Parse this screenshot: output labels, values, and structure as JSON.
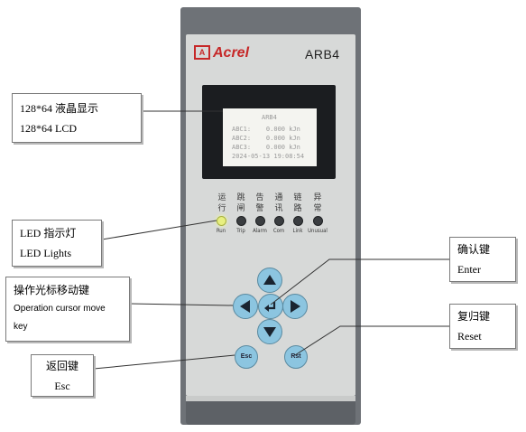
{
  "device": {
    "brand": "Acrel",
    "model": "ARB4",
    "lcd": {
      "title": "ARB4",
      "rows": [
        "ABC1:    0.000 kJn",
        "ABC2:    0.000 kJn",
        "ABC3:    0.000 kJn",
        "2024-05-13 19:08:54"
      ]
    },
    "leds": [
      {
        "cn1": "运",
        "cn2": "行",
        "en": "Run",
        "on": true
      },
      {
        "cn1": "跳",
        "cn2": "闸",
        "en": "Trip",
        "on": false
      },
      {
        "cn1": "告",
        "cn2": "警",
        "en": "Alarm",
        "on": false
      },
      {
        "cn1": "通",
        "cn2": "讯",
        "en": "Com",
        "on": false
      },
      {
        "cn1": "链",
        "cn2": "路",
        "en": "Link",
        "on": false
      },
      {
        "cn1": "异",
        "cn2": "常",
        "en": "Unusual",
        "on": false
      }
    ],
    "keys": {
      "esc": "Esc",
      "rst": "Rst"
    }
  },
  "callouts": {
    "lcd": {
      "line1": "128*64 液晶显示",
      "line2": "128*64 LCD"
    },
    "led": {
      "line1": "LED 指示灯",
      "line2": "LED Lights"
    },
    "cursor": {
      "line1": "操作光标移动键",
      "line2": "Operation cursor move",
      "line3": "key"
    },
    "esc": {
      "line1": "返回键",
      "line2": "Esc"
    },
    "enter": {
      "line1": "确认键",
      "line2": "Enter"
    },
    "reset": {
      "line1": "复归键",
      "line2": "Reset"
    }
  },
  "colors": {
    "key": "#8cc5e0",
    "led_on": "#e8f080",
    "brand": "#c62828",
    "panel": "#d7d9d8"
  }
}
